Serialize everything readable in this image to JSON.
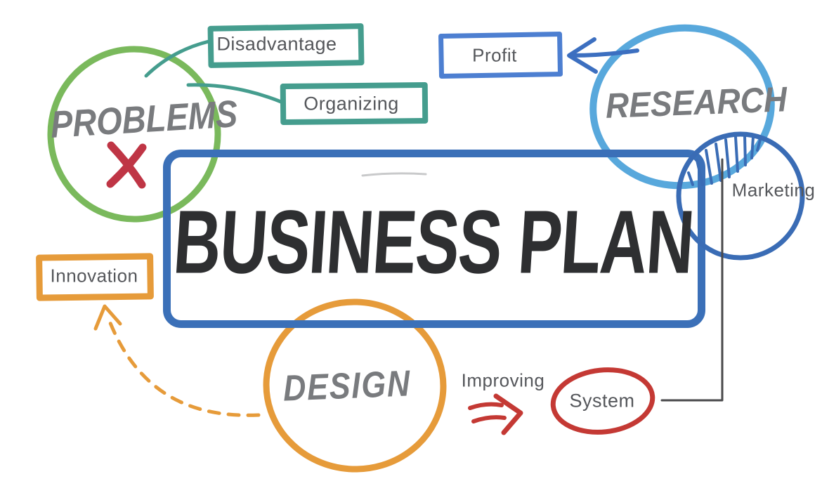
{
  "title": {
    "label": "BUSINESS PLAN"
  },
  "nodes": {
    "problems": {
      "label": "PROBLEMS"
    },
    "research": {
      "label": "RESEARCH"
    },
    "design": {
      "label": "DESIGN"
    },
    "marketing": {
      "label": "Marketing"
    },
    "system": {
      "label": "System"
    },
    "improving": {
      "label": "Improving"
    }
  },
  "boxes": {
    "disadvantage": {
      "label": "Disadvantage"
    },
    "organizing": {
      "label": "Organizing"
    },
    "profit": {
      "label": "Profit"
    },
    "innovation": {
      "label": "Innovation"
    }
  },
  "colors": {
    "green": "#7ab95c",
    "teal": "#459d8e",
    "blue_main": "#3b70b8",
    "blue_profit": "#4d7fd1",
    "blue_arrow": "#3c6fc0",
    "blue_light": "#58a8dc",
    "blue_marketing": "#3a6cb5",
    "orange": "#e69b3a",
    "red": "#c43934",
    "red_x": "#bf3545",
    "gray_label": "#55575b",
    "gray_heading": "#797b7e",
    "dark_title": "#2e2f31",
    "dark_line": "#49494b",
    "scribble": "#c9cacb"
  }
}
